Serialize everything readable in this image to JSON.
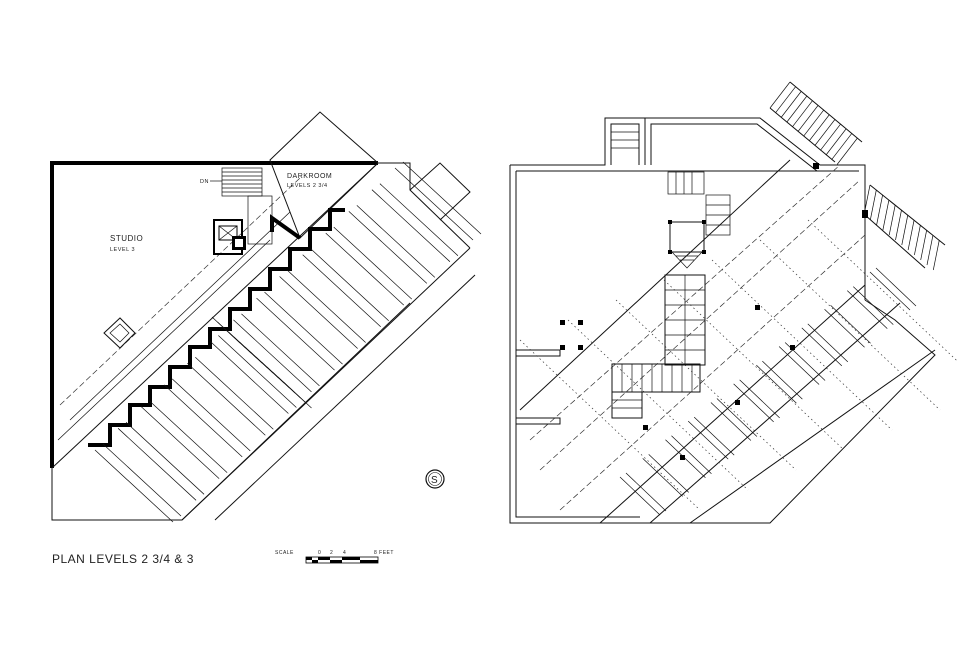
{
  "left_plan": {
    "room_studio": {
      "name": "STUDIO",
      "level": "LEVEL 3"
    },
    "room_darkroom": {
      "name": "DARKROOM",
      "level": "LEVELS 2 3/4"
    },
    "stair_label": "DN"
  },
  "north_symbol": "S",
  "title": "PLAN LEVELS 2 3/4 & 3",
  "scale_bar": {
    "label": "SCALE",
    "ticks": [
      "0",
      "2",
      "4",
      "8 FEET"
    ]
  }
}
